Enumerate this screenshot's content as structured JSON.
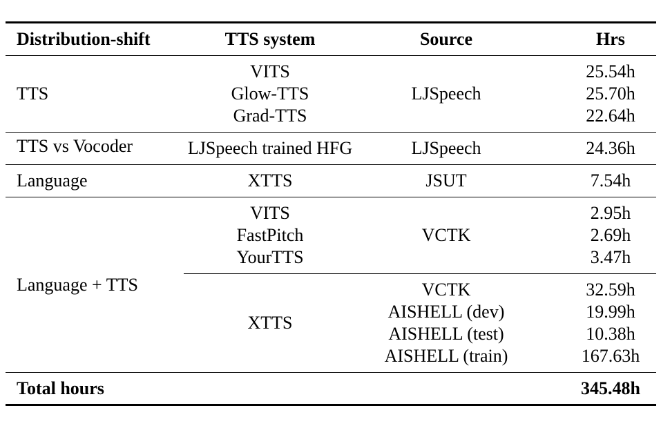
{
  "table": {
    "headers": {
      "shift": "Distribution-shift",
      "system": "TTS system",
      "source": "Source",
      "hrs": "Hrs"
    },
    "groups": [
      {
        "shift": "TTS",
        "systems": [
          "VITS",
          "Glow-TTS",
          "Grad-TTS"
        ],
        "source": "LJSpeech",
        "hrs": [
          "25.54h",
          "25.70h",
          "22.64h"
        ]
      },
      {
        "shift": "TTS vs Vocoder",
        "systems": [
          "LJSpeech trained HFG"
        ],
        "source": "LJSpeech",
        "hrs": [
          "24.36h"
        ]
      },
      {
        "shift": "Language",
        "systems": [
          "XTTS"
        ],
        "source": "JSUT",
        "hrs": [
          "7.54h"
        ]
      },
      {
        "shift": "Language + TTS",
        "subgroups": [
          {
            "systems": [
              "VITS",
              "FastPitch",
              "YourTTS"
            ],
            "sources": [
              "VCTK"
            ],
            "hrs": [
              "2.95h",
              "2.69h",
              "3.47h"
            ]
          },
          {
            "systems": [
              "XTTS"
            ],
            "sources": [
              "VCTK",
              "AISHELL (dev)",
              "AISHELL (test)",
              "AISHELL (train)"
            ],
            "hrs": [
              "32.59h",
              "19.99h",
              "10.38h",
              "167.63h"
            ]
          }
        ]
      }
    ],
    "footer": {
      "label": "Total hours",
      "hrs": "345.48h"
    }
  }
}
